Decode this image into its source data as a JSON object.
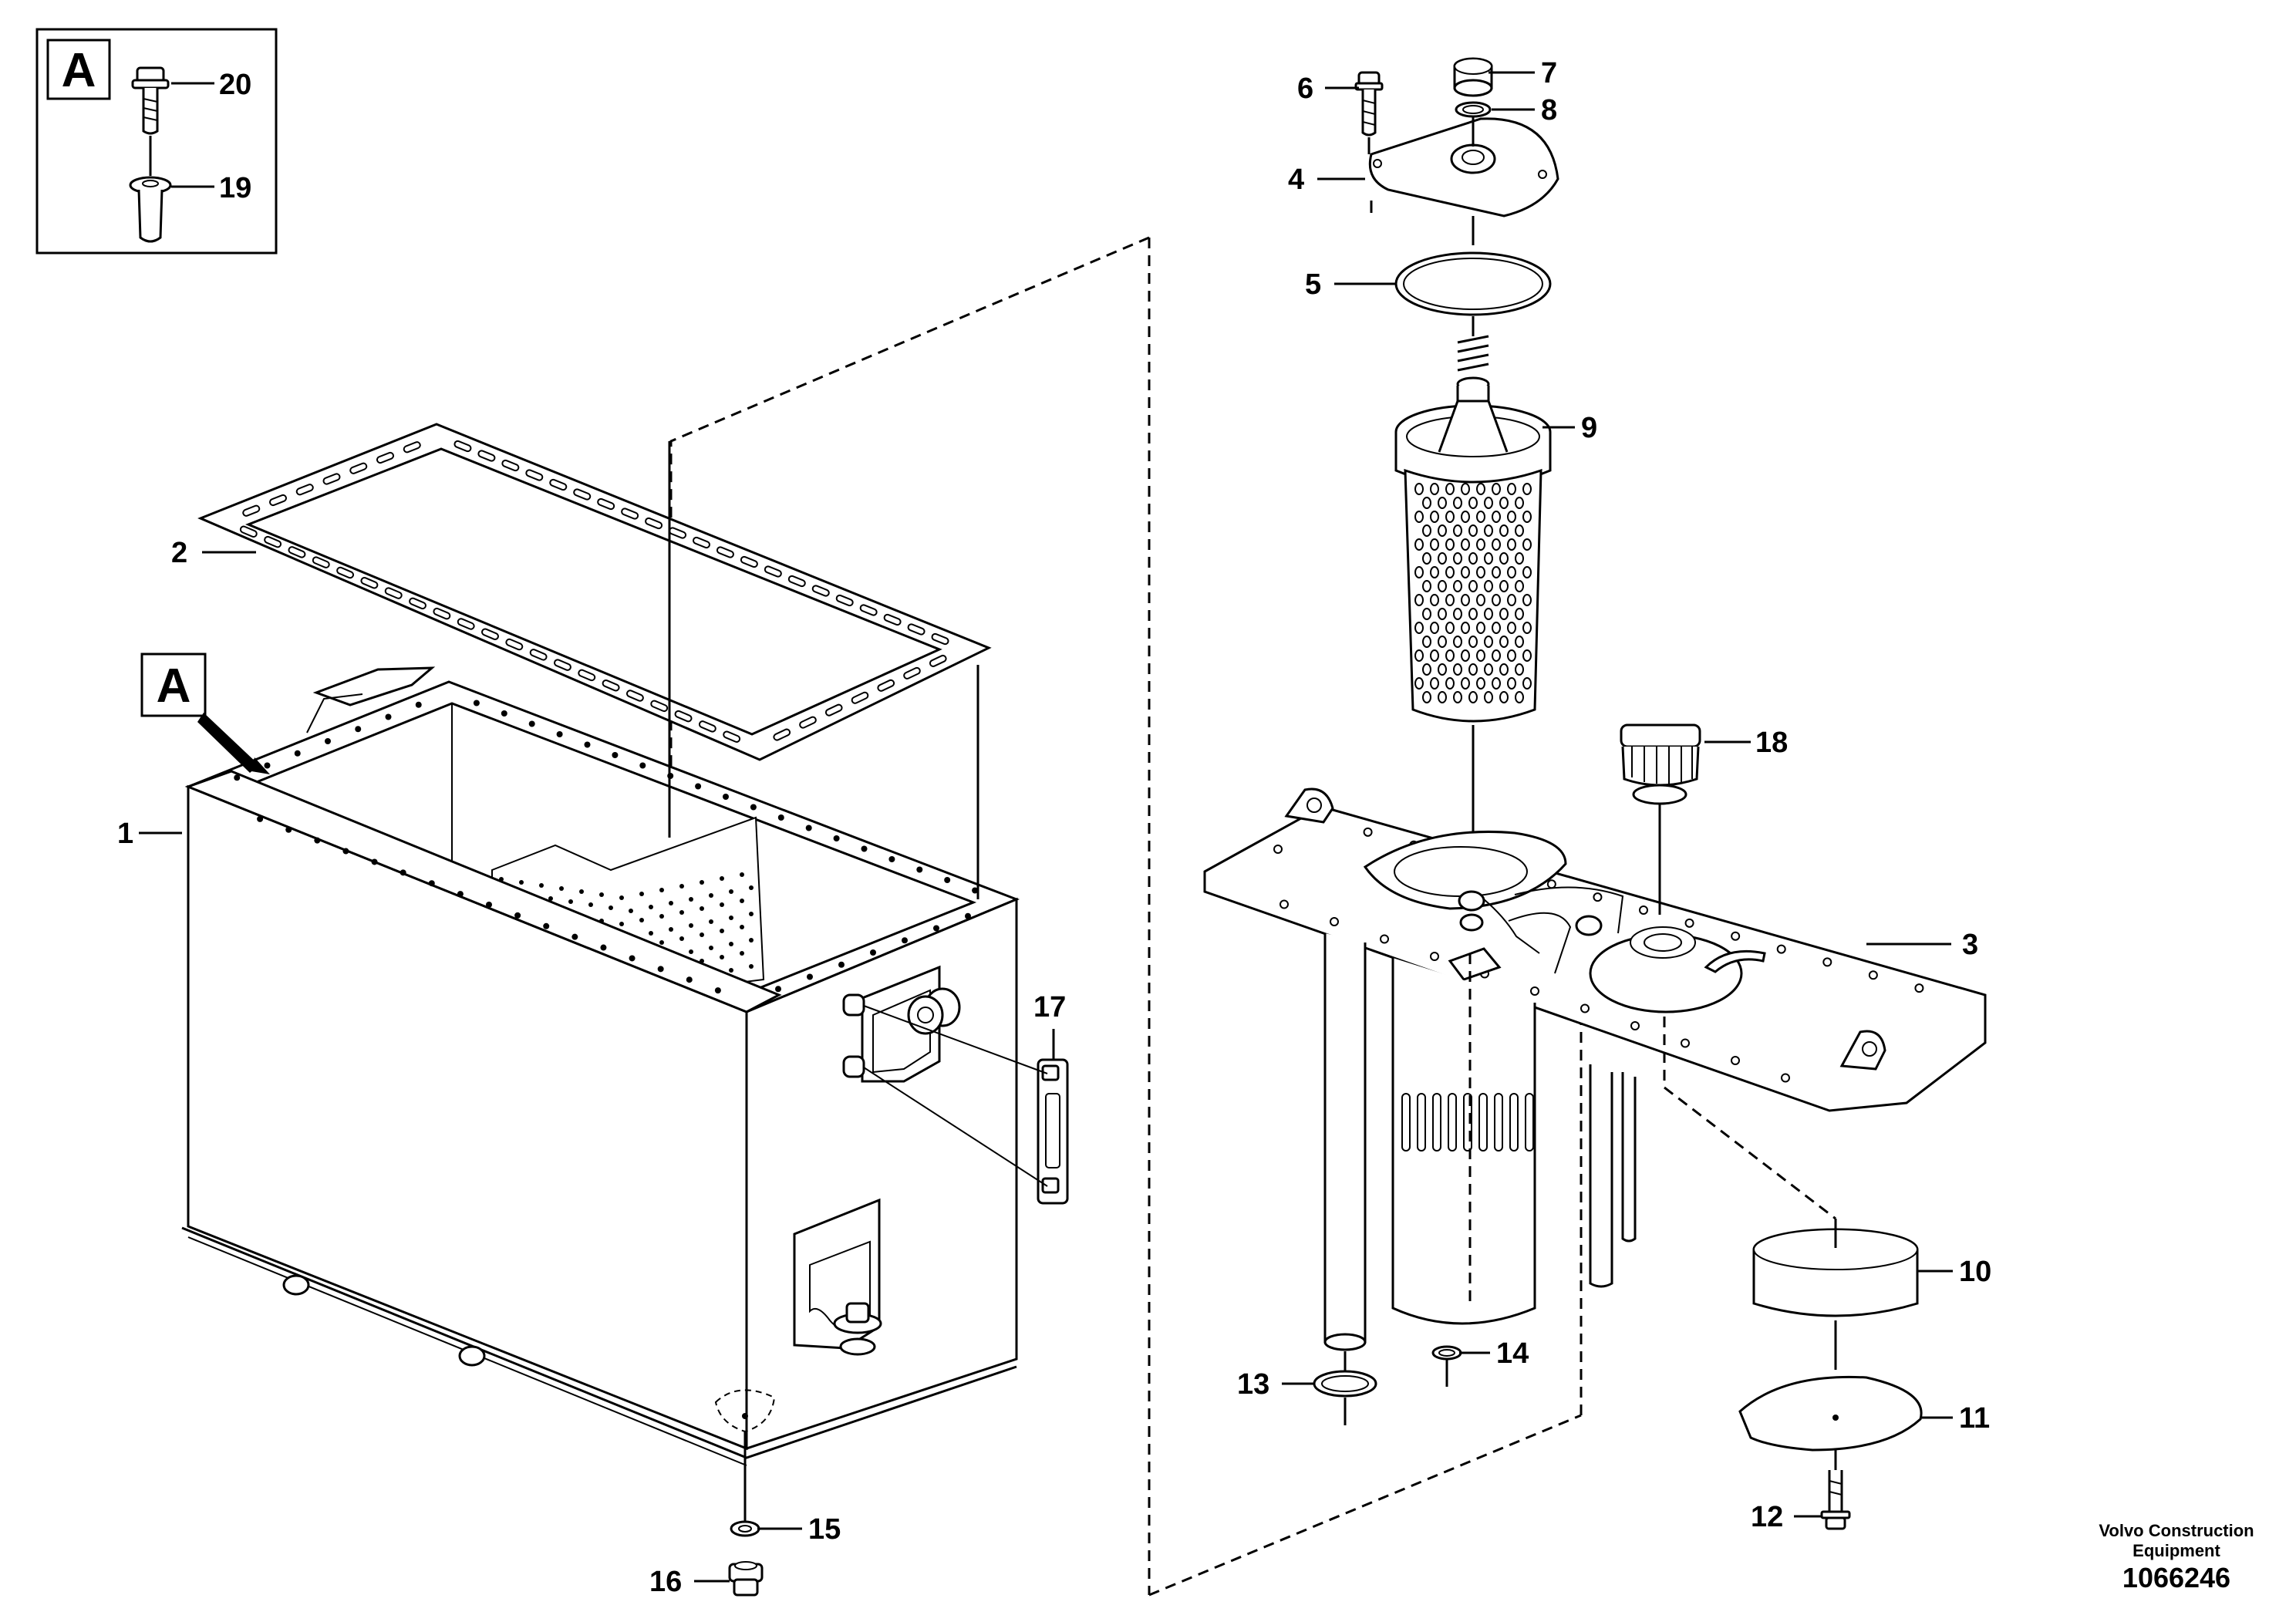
{
  "view_marker": {
    "letter": "A"
  },
  "callouts": {
    "p1": "1",
    "p2": "2",
    "p3": "3",
    "p4": "4",
    "p5": "5",
    "p6": "6",
    "p7": "7",
    "p8": "8",
    "p9": "9",
    "p10": "10",
    "p11": "11",
    "p12": "12",
    "p13": "13",
    "p14": "14",
    "p15": "15",
    "p16": "16",
    "p17": "17",
    "p18": "18",
    "p19": "19",
    "p20": "20"
  },
  "footer": {
    "brand_line1": "Volvo Construction",
    "brand_line2": "Equipment",
    "drawing_number": "1066246"
  }
}
